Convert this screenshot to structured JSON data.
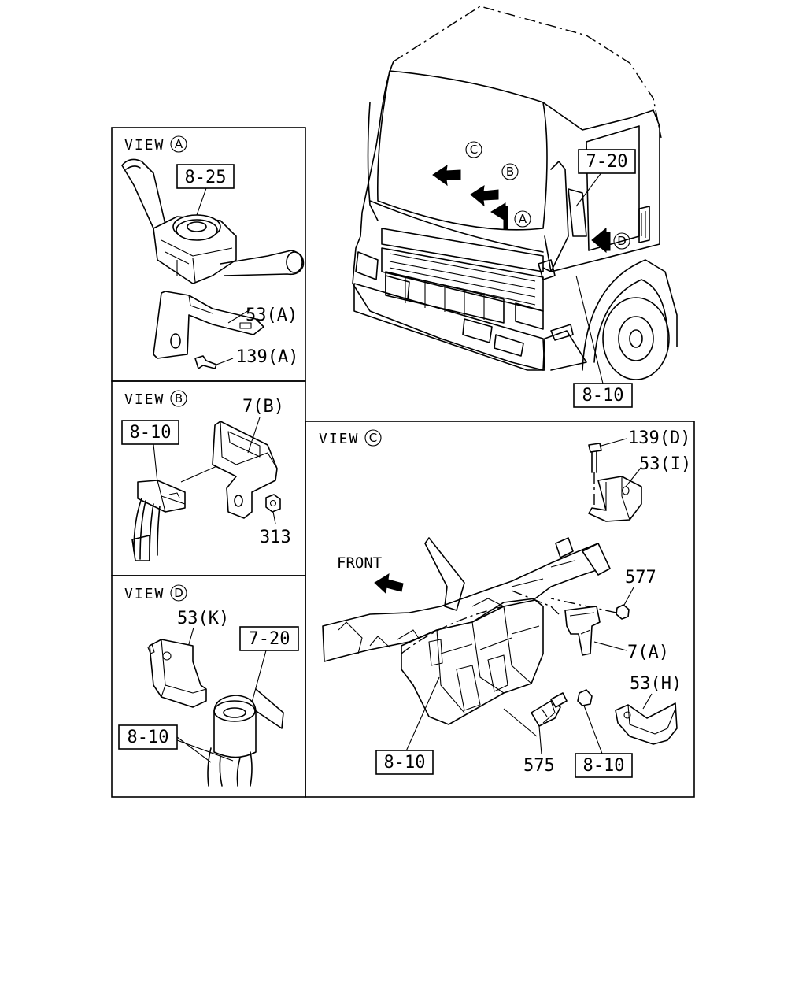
{
  "views": {
    "a": {
      "title": "VIEW",
      "letter": "A"
    },
    "b": {
      "title": "VIEW",
      "letter": "B"
    },
    "c": {
      "title": "VIEW",
      "letter": "C"
    },
    "d": {
      "title": "VIEW",
      "letter": "D"
    }
  },
  "truck": {
    "markers": [
      "C",
      "B",
      "A",
      "D"
    ],
    "ref_7_20": "7-20",
    "ref_8_10": "8-10"
  },
  "view_a": {
    "ref_8_25": "8-25",
    "part_53a": "53(A)",
    "part_139a": "139(A)"
  },
  "view_b": {
    "ref_8_10": "8-10",
    "part_7b": "7(B)",
    "part_313": "313"
  },
  "view_c": {
    "front": "FRONT",
    "part_139d": "139(D)",
    "part_53i": "53(I)",
    "part_577": "577",
    "part_7a": "7(A)",
    "part_53h": "53(H)",
    "part_575": "575",
    "ref_8_10_left": "8-10",
    "ref_8_10_right": "8-10"
  },
  "view_d": {
    "part_53k": "53(K)",
    "ref_7_20": "7-20",
    "ref_8_10": "8-10"
  }
}
